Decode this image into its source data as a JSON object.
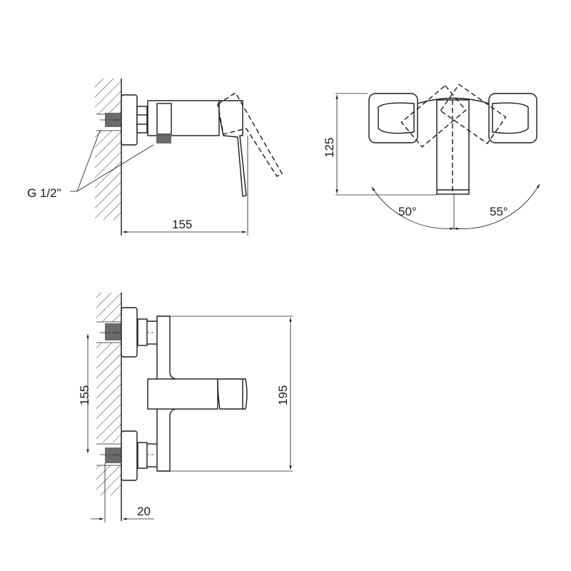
{
  "views": {
    "side": {
      "thread_label": "G 1/2\"",
      "width_dim": "155"
    },
    "top": {
      "depth_dim": "125",
      "angle_left": "50°",
      "angle_right": "55°"
    },
    "front": {
      "pipe_spacing_dim": "155",
      "height_dim": "195",
      "offset_dim": "20"
    }
  }
}
